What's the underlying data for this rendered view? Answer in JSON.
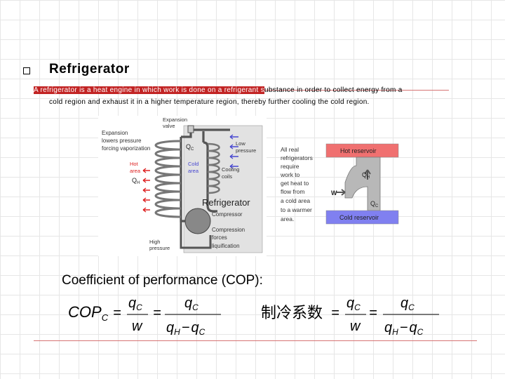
{
  "slide": {
    "title": "Refrigerator",
    "para_highlight": "A refrigerator is a heat engine in which work is done on a refrigerant s",
    "para_rest_line1": "ubstance in order to collect energy from a",
    "para_line2": "cold region and exhaust it in a higher temperature region, thereby further cooling the cold region.",
    "cop_label": "Coefficient of performance (COP):",
    "chinese_label": "制冷系数"
  },
  "diagram_left": {
    "expansion_valve": [
      "Expansion",
      "valve"
    ],
    "expansion_lowers": [
      "Expansion",
      "lowers pressure",
      "forcing vaporization"
    ],
    "qc": "Q",
    "qc_sub": "C",
    "low_pressure": [
      "Low",
      "pressure"
    ],
    "hot_area": [
      "Hot",
      "area"
    ],
    "qh": "Q",
    "qh_sub": "H",
    "cold_area": [
      "Cold",
      "area"
    ],
    "cooling_coils": [
      "Cooling",
      "coils"
    ],
    "refrigerator": "Refrigerator",
    "compressor": "Compressor",
    "high_pressure": [
      "High",
      "pressure"
    ],
    "compression_forces": [
      "Compression",
      "forces",
      "liquification"
    ]
  },
  "diagram_right": {
    "side_text": [
      "All real",
      "refrigerators",
      "require",
      "work to",
      "get heat to",
      "flow from",
      "a cold area",
      "to a warmer",
      "area."
    ],
    "hot_reservoir": "Hot reservoir",
    "cold_reservoir": "Cold reservoir",
    "w": "W",
    "qh": "Q",
    "qh_sub": "H",
    "qc": "Q",
    "qc_sub": "C",
    "colors": {
      "hot": "#f07070",
      "cold": "#8080f0",
      "pipe": "#b8b8b8"
    }
  },
  "formula": {
    "lhs": "COP",
    "lhs_sub": "C",
    "eq": "=",
    "q": "q",
    "sub_c": "C",
    "sub_h": "H",
    "w": "w",
    "minus": "−"
  }
}
